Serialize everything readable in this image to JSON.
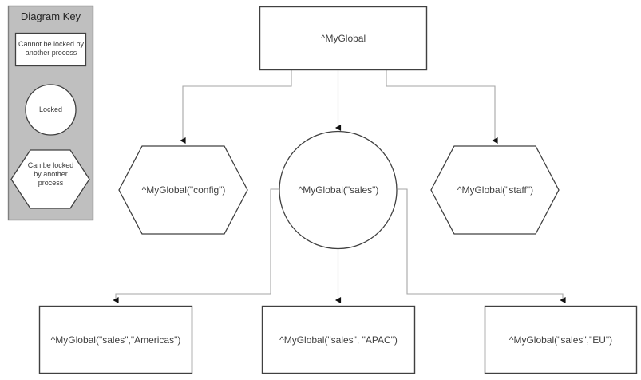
{
  "diagram": {
    "title_text": "Diagram Key",
    "colors": {
      "panel_fill": "#bfbfbf",
      "panel_stroke": "#7f7f7f",
      "shape_fill": "#ffffff",
      "shape_stroke": "#404040",
      "connector_stroke": "#a6a6a6",
      "arrow_fill": "#000000",
      "text": "#404040"
    },
    "legend": {
      "items": [
        {
          "shape": "rectangle",
          "label": "Cannot be locked by another process"
        },
        {
          "shape": "circle",
          "label": "Locked"
        },
        {
          "shape": "hexagon",
          "label": "Can be locked by another process"
        }
      ]
    },
    "nodes": {
      "root": {
        "shape": "rectangle",
        "label": "^MyGlobal"
      },
      "config": {
        "shape": "hexagon",
        "label": "^MyGlobal(\"config\")"
      },
      "sales": {
        "shape": "circle",
        "label": "^MyGlobal(\"sales\")"
      },
      "staff": {
        "shape": "hexagon",
        "label": "^MyGlobal(\"staff\")"
      },
      "sales_americas": {
        "shape": "rectangle",
        "label": "^MyGlobal(\"sales\",\"Americas\")"
      },
      "sales_apac": {
        "shape": "rectangle",
        "label": "^MyGlobal(\"sales\", \"APAC\")"
      },
      "sales_eu": {
        "shape": "rectangle",
        "label": "^MyGlobal(\"sales\",\"EU\")"
      }
    },
    "edges": [
      {
        "from": "root",
        "to": "config"
      },
      {
        "from": "root",
        "to": "sales"
      },
      {
        "from": "root",
        "to": "staff"
      },
      {
        "from": "sales",
        "to": "sales_americas"
      },
      {
        "from": "sales",
        "to": "sales_apac"
      },
      {
        "from": "sales",
        "to": "sales_eu"
      }
    ]
  }
}
